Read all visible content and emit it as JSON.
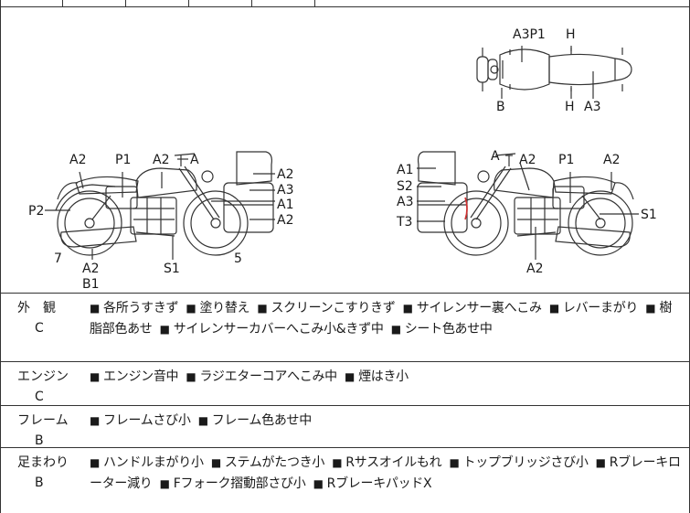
{
  "diagram": {
    "top_view_labels": [
      "A3P1",
      "H",
      "B",
      "H",
      "A3"
    ],
    "left_side_labels": [
      "A2",
      "P1",
      "A2",
      "A",
      "A2",
      "A3",
      "A1",
      "A2",
      "P2",
      "7",
      "A2",
      "B1",
      "S1",
      "5"
    ],
    "right_side_labels": [
      "A",
      "A2",
      "P1",
      "A2",
      "A1",
      "S2",
      "A3",
      "T3",
      "S1",
      "A2"
    ]
  },
  "sections": [
    {
      "label": "外　観",
      "grade": "C",
      "items": [
        "各所うすきず",
        "塗り替え",
        "スクリーンこすりきず",
        "サイレンサー裏へこみ",
        "レバーまがり",
        "樹脂部色あせ",
        "サイレンサーカバーへこみ小&きず中",
        "シート色あせ中"
      ]
    },
    {
      "label": "エンジン",
      "grade": "C",
      "items": [
        "エンジン音中",
        "ラジエターコアへこみ中",
        "煙はき小"
      ]
    },
    {
      "label": "フレーム",
      "grade": "B",
      "items": [
        "フレームさび小",
        "フレーム色あせ中"
      ]
    },
    {
      "label": "足まわり",
      "grade": "B",
      "items": [
        "ハンドルまがり小",
        "ステムがたつき小",
        "Rサスオイルもれ",
        "トップブリッジさび小",
        "Rブレーキローター減り",
        "Fフォーク摺動部さび小",
        "RブレーキパッドX"
      ]
    }
  ],
  "colors": {
    "line": "#333333",
    "damage_mark": "#d03030"
  }
}
